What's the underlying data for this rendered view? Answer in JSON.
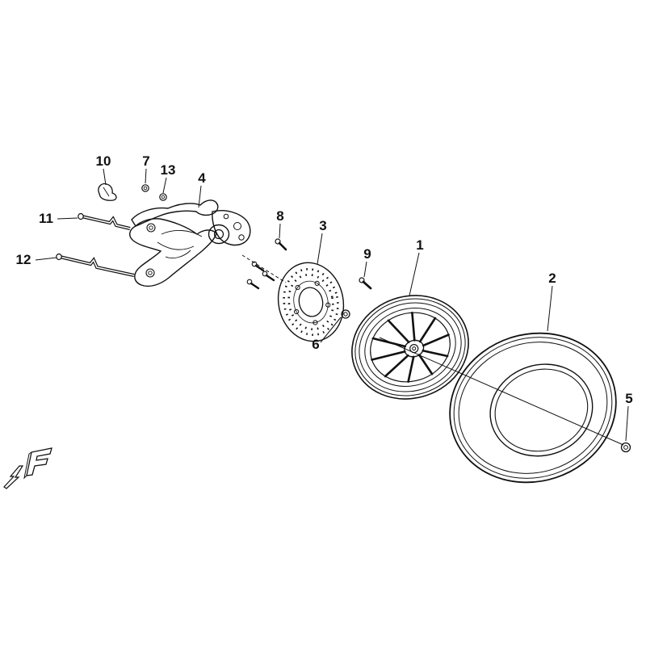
{
  "diagram_type": "exploded-parts-diagram",
  "canvas": {
    "background": "#ffffff",
    "line_color": "#111111"
  },
  "labels": [
    "1",
    "2",
    "3",
    "4",
    "5",
    "6",
    "7",
    "8",
    "9",
    "10",
    "11",
    "12",
    "13"
  ],
  "icons": {
    "logo": "brand-f-logo",
    "arrow": "zigzag-speed-arrow-icon"
  }
}
